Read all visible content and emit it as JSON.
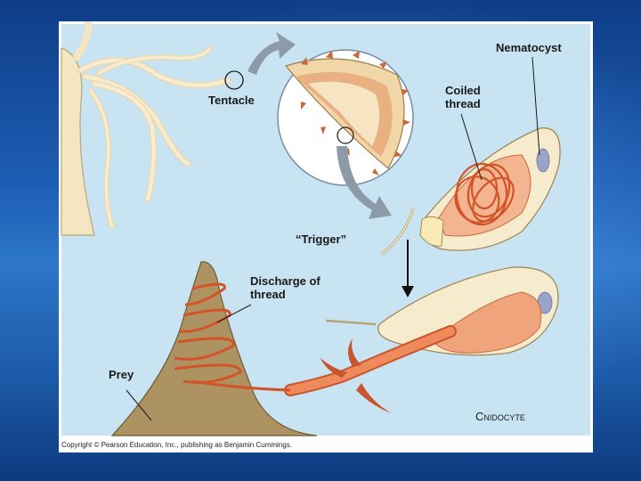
{
  "labels": {
    "nematocyst": "Nematocyst",
    "coiled_thread": "Coiled thread",
    "tentacle": "Tentacle",
    "trigger": "“Trigger”",
    "discharge_of_thread": "Discharge of thread",
    "prey": "Prey",
    "cnidocyte": "Cnidocyte"
  },
  "copyright": "Copyright © Pearson Education, Inc., publishing as Benjamin Cummings.",
  "colors": {
    "background_blue": "#1d5eb4",
    "water": "#c8e3f2",
    "hydra_tan": "#f4e6c0",
    "cell_cream": "#f6eccd",
    "thread_orange": "#ea7d52",
    "prey_brown": "#ad9361",
    "arrow_gray": "#8d9aa8"
  }
}
